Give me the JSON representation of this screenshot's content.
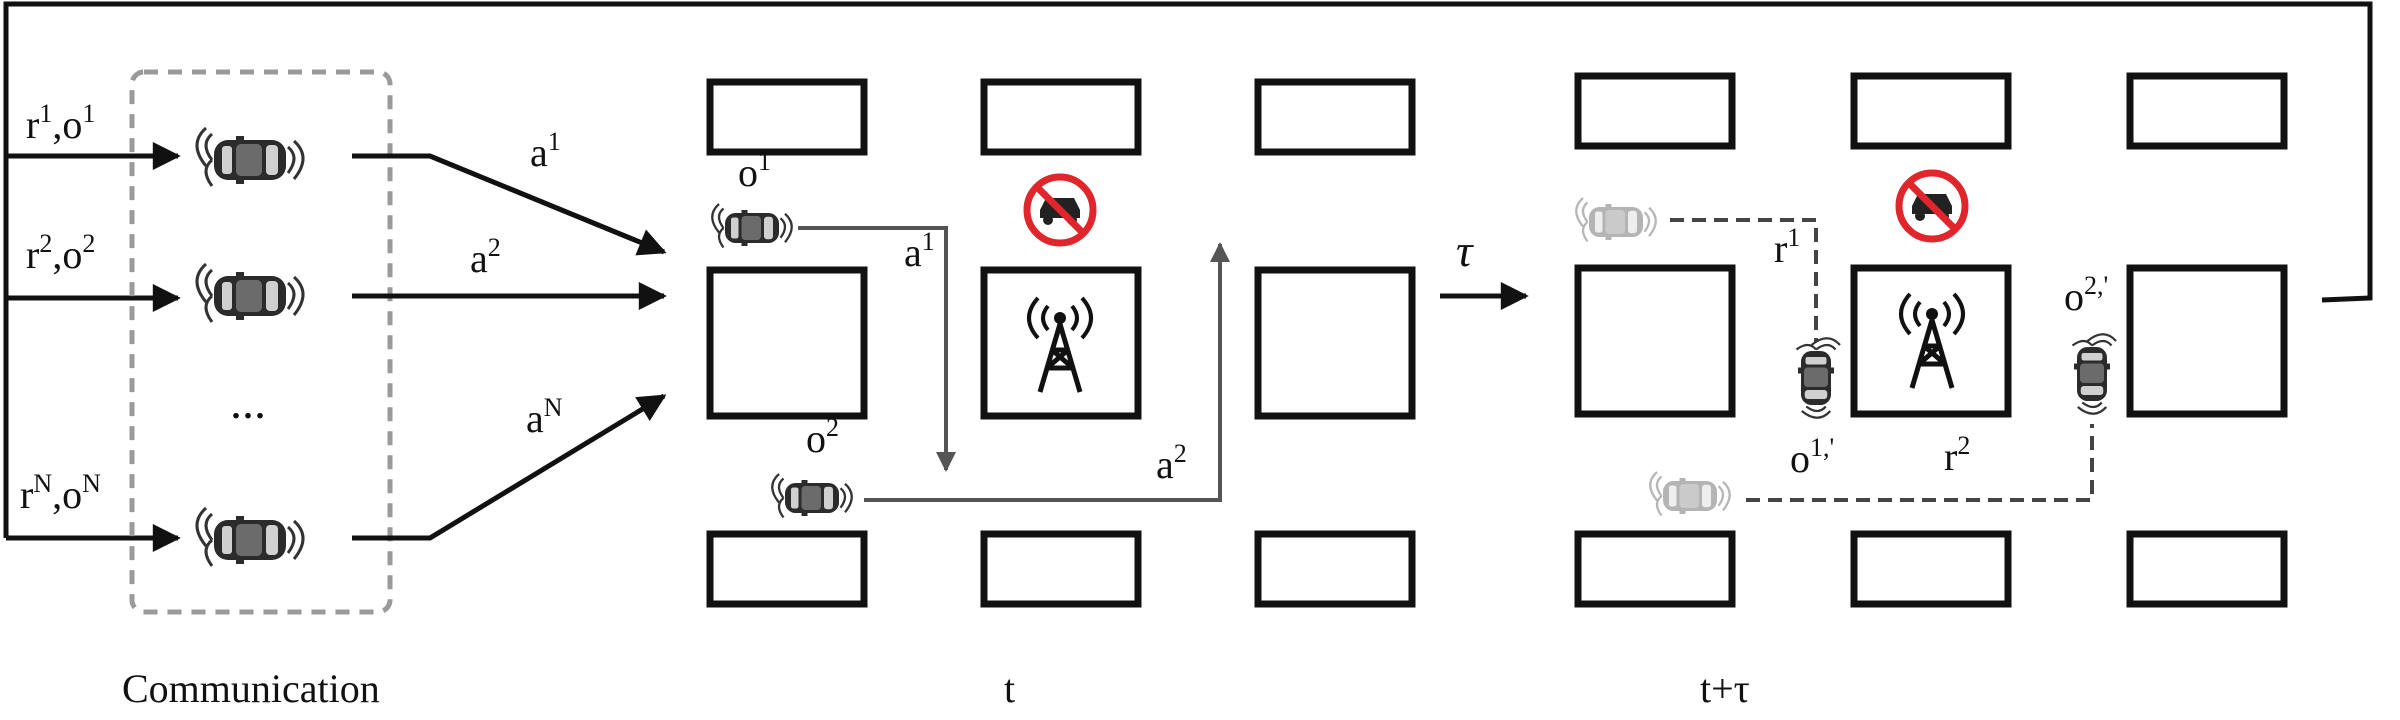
{
  "inputs": [
    {
      "r": "r",
      "r_sup": "1",
      "o": "o",
      "o_sup": "1"
    },
    {
      "r": "r",
      "r_sup": "2",
      "o": "o",
      "o_sup": "2"
    },
    {
      "r": "r",
      "r_sup": "N",
      "o": "o",
      "o_sup": "N"
    }
  ],
  "ellipsis": "...",
  "actions": [
    {
      "base": "a",
      "sup": "1"
    },
    {
      "base": "a",
      "sup": "2"
    },
    {
      "base": "a",
      "sup": "N"
    }
  ],
  "scene_t": {
    "obs1": {
      "base": "o",
      "sup": "1"
    },
    "obs2": {
      "base": "o",
      "sup": "2"
    },
    "act1": {
      "base": "a",
      "sup": "1"
    },
    "act2": {
      "base": "a",
      "sup": "2"
    }
  },
  "tau": "τ",
  "scene_next": {
    "reward1": {
      "base": "r",
      "sup": "1"
    },
    "reward2": {
      "base": "r",
      "sup": "2"
    },
    "obs1_next": {
      "base": "o",
      "sup": "1,'"
    },
    "obs2_next": {
      "base": "o",
      "sup": "2,'"
    }
  },
  "captions": {
    "communication": "Communication",
    "t": "t",
    "t_tau": "t+τ"
  },
  "colors": {
    "line": "#111111",
    "grey_path": "#555555",
    "dashed_box": "#9a9a9a",
    "ghost_car": "#bdbdbd",
    "no_car_sign": "#e0252b"
  },
  "icons": [
    "car-icon",
    "no-car-sign-icon",
    "antenna-tower-icon"
  ]
}
